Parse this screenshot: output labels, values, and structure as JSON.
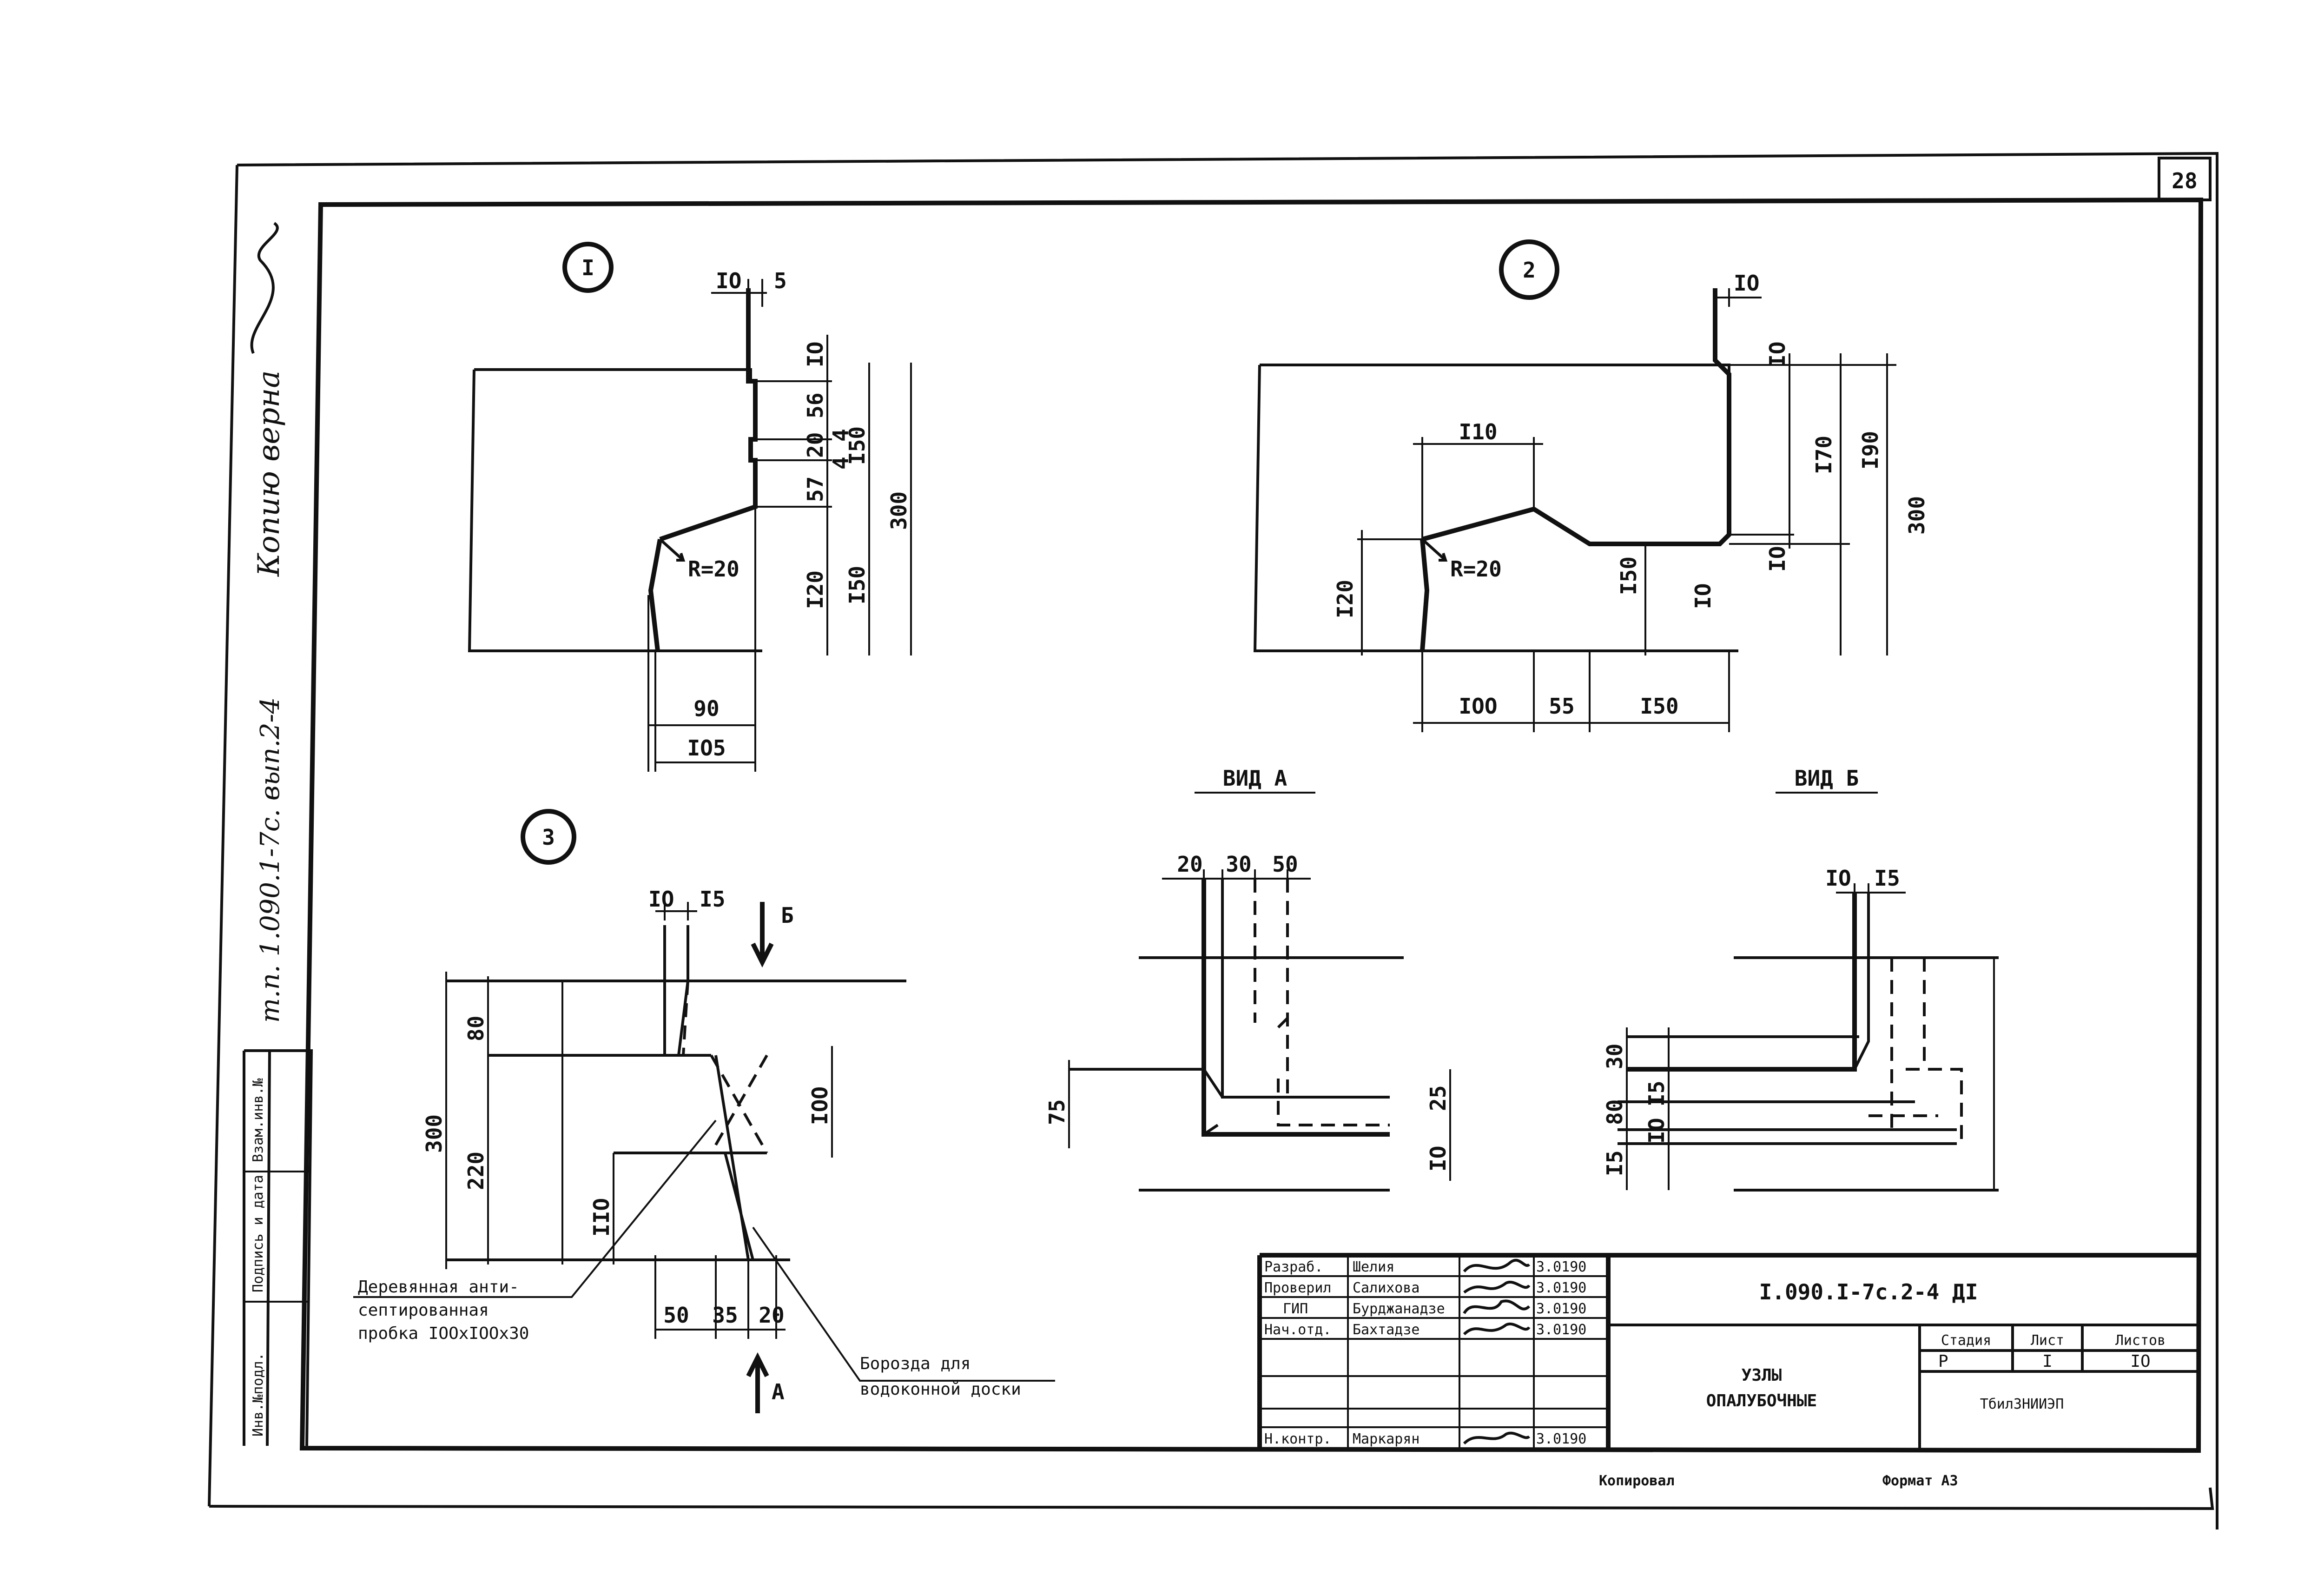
{
  "sheet_number": "28",
  "margin_notes": {
    "handwritten_top": "Копию верна",
    "handwritten_mid": "т.п. 1.090.1-7с. вып.2-4",
    "stamp_cells": [
      "Инв.№подл.",
      "Подпись и дата",
      "Взам.инв.№"
    ]
  },
  "node1": {
    "callout": "I",
    "dims": [
      "IO",
      "5",
      "IO",
      "56",
      "20",
      "4",
      "4",
      "I50",
      "57",
      "300",
      "I20",
      "I50",
      "90",
      "IO5"
    ],
    "radius": "R=20"
  },
  "node2": {
    "callout": "2",
    "dims": [
      "IO",
      "IO",
      "I70",
      "I90",
      "300",
      "IO",
      "I10",
      "I20",
      "I50",
      "IO",
      "IOO",
      "55",
      "I50"
    ],
    "radius": "R=20"
  },
  "node3": {
    "callout": "3",
    "dims": [
      "IO",
      "I5",
      "80",
      "300",
      "220",
      "IOO",
      "IIO",
      "50",
      "35",
      "20"
    ],
    "arrow_b": "Б",
    "arrow_a": "А",
    "note_plug_line1": "Деревянная анти-",
    "note_plug_line2": "септированная",
    "note_plug_line3": "пробка IOOxIOOx30",
    "note_groove_line1": "Борозда для",
    "note_groove_line2": "водоконной доски"
  },
  "view_a": {
    "title": "ВИД А",
    "dims": [
      "20",
      "30",
      "50",
      "75",
      "25",
      "IO"
    ]
  },
  "view_b": {
    "title": "ВИД Б",
    "dims": [
      "IO",
      "I5",
      "30",
      "I5",
      "80",
      "IO",
      "I5"
    ]
  },
  "title_block": {
    "document_code": "I.090.I-7с.2-4 ДI",
    "title_line1": "УЗЛЫ",
    "title_line2": "ОПАЛУБОЧНЫЕ",
    "roles": [
      "Разраб.",
      "Проверил",
      "ГИП",
      "Нач.отд.",
      "",
      "",
      "Н.контр."
    ],
    "names": [
      "Шелия",
      "Салихова",
      "Бурджанадзе",
      "Бахтадзе",
      "",
      "",
      "Маркарян"
    ],
    "dates": [
      "3.0190",
      "3.0190",
      "3.0190",
      "3.0190",
      "",
      "",
      "3.0190"
    ],
    "stage_header": "Стадия",
    "sheet_header": "Лист",
    "sheets_header": "Листов",
    "stage": "Р",
    "sheet": "I",
    "sheets": "IO",
    "organization": "ТбилЗНИИЭП"
  },
  "footer": {
    "copied": "Копировал",
    "format": "Формат А3"
  }
}
